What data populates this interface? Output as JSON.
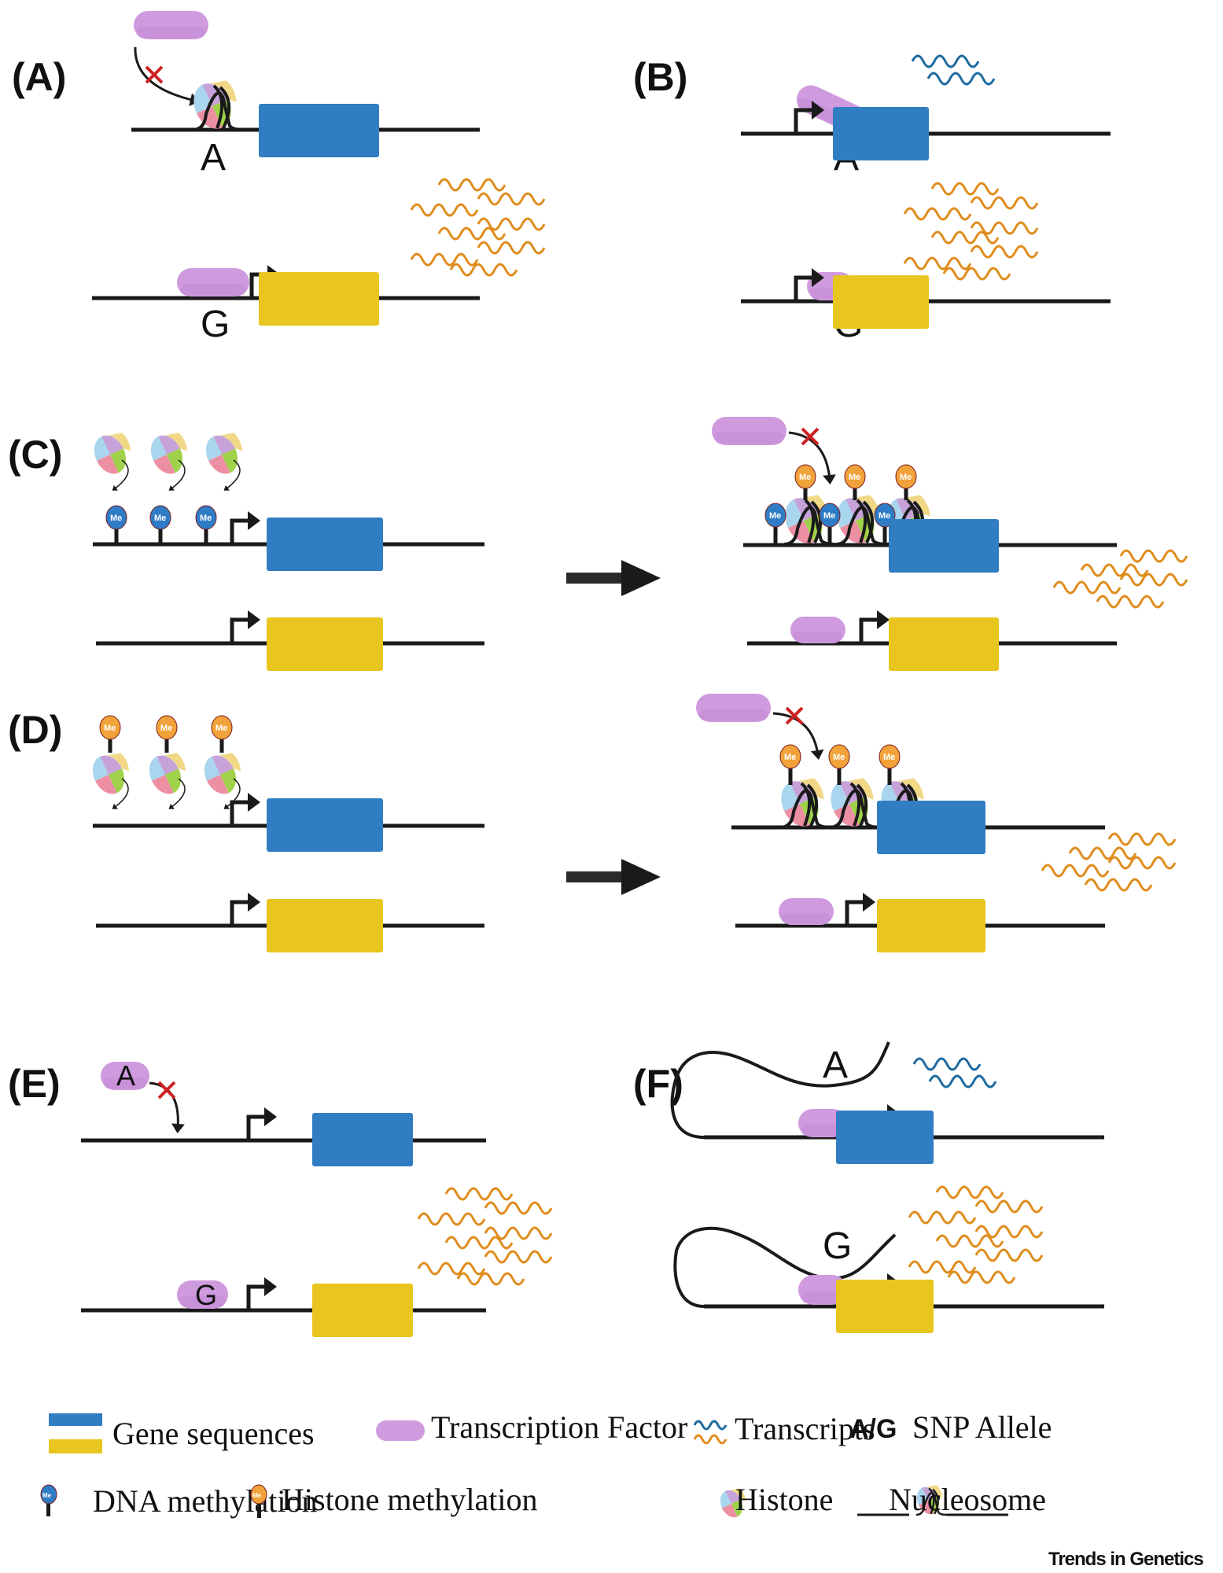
{
  "colors": {
    "gene_a": "#317dc2",
    "gene_g": "#e8c51f",
    "tf": "#cf9ade",
    "tf_shade": "#c488d6",
    "dna": "#1a1a1a",
    "transcript_low": "#1d6aa0",
    "transcript_high": "#e08c1c",
    "block": "#cc2222",
    "dna_me": "#2f7cc6",
    "histone_me": "#f2a23a",
    "histone_colors": [
      "#a9d6ee",
      "#c6a2d8",
      "#f0d47a",
      "#ec8fa2",
      "#9fd24a"
    ]
  },
  "panels": [
    {
      "id": "A",
      "label": "(A)",
      "allele_top": "A",
      "allele_bottom": "G",
      "mechanism": "nucleosome blocks TF at A allele"
    },
    {
      "id": "B",
      "label": "(B)",
      "allele_top": "A",
      "allele_bottom": "G",
      "mechanism": "weaker TF binding at A allele"
    },
    {
      "id": "C",
      "label": "(C)",
      "mechanism": "DNA methylation recruits histones"
    },
    {
      "id": "D",
      "label": "(D)",
      "mechanism": "histone methylation"
    },
    {
      "id": "E",
      "label": "(E)",
      "tf_top_text": "A",
      "tf_bottom_text": "G",
      "mechanism": "TF variant binding"
    },
    {
      "id": "F",
      "label": "(F)",
      "allele_top": "A",
      "allele_bottom": "G",
      "mechanism": "chromatin looping"
    }
  ],
  "me_label": "Me",
  "legend": {
    "gene_sequences": "Gene sequences",
    "transcription_factor": "Transcription Factor",
    "transcripts": "Transcripts",
    "snp_bold": "A/G",
    "snp_text": "SNP Allele",
    "dna_methylation": "DNA methylation",
    "histone_methylation": "Histone methylation",
    "histone": "Histone",
    "nucleosome": "Nucleosome"
  },
  "journal": "Trends in Genetics"
}
